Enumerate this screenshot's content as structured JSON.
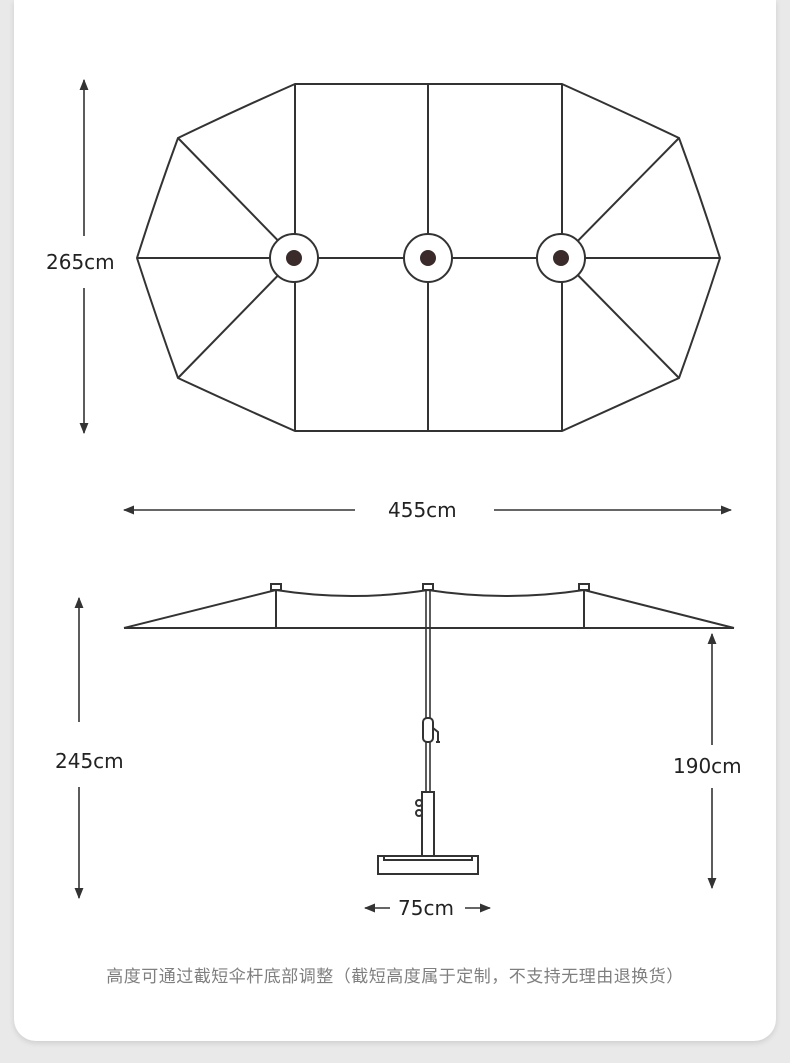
{
  "dimensions": {
    "canopy_depth": "265cm",
    "canopy_width": "455cm",
    "total_height": "245cm",
    "clear_height": "190cm",
    "base_width": "75cm"
  },
  "note": "高度可通过截短伞杆底部调整（截短高度属于定制，不支持无理由退换货）",
  "colors": {
    "line": "#333333",
    "note": "#7f7f7f",
    "background": "#e9e9e9"
  }
}
